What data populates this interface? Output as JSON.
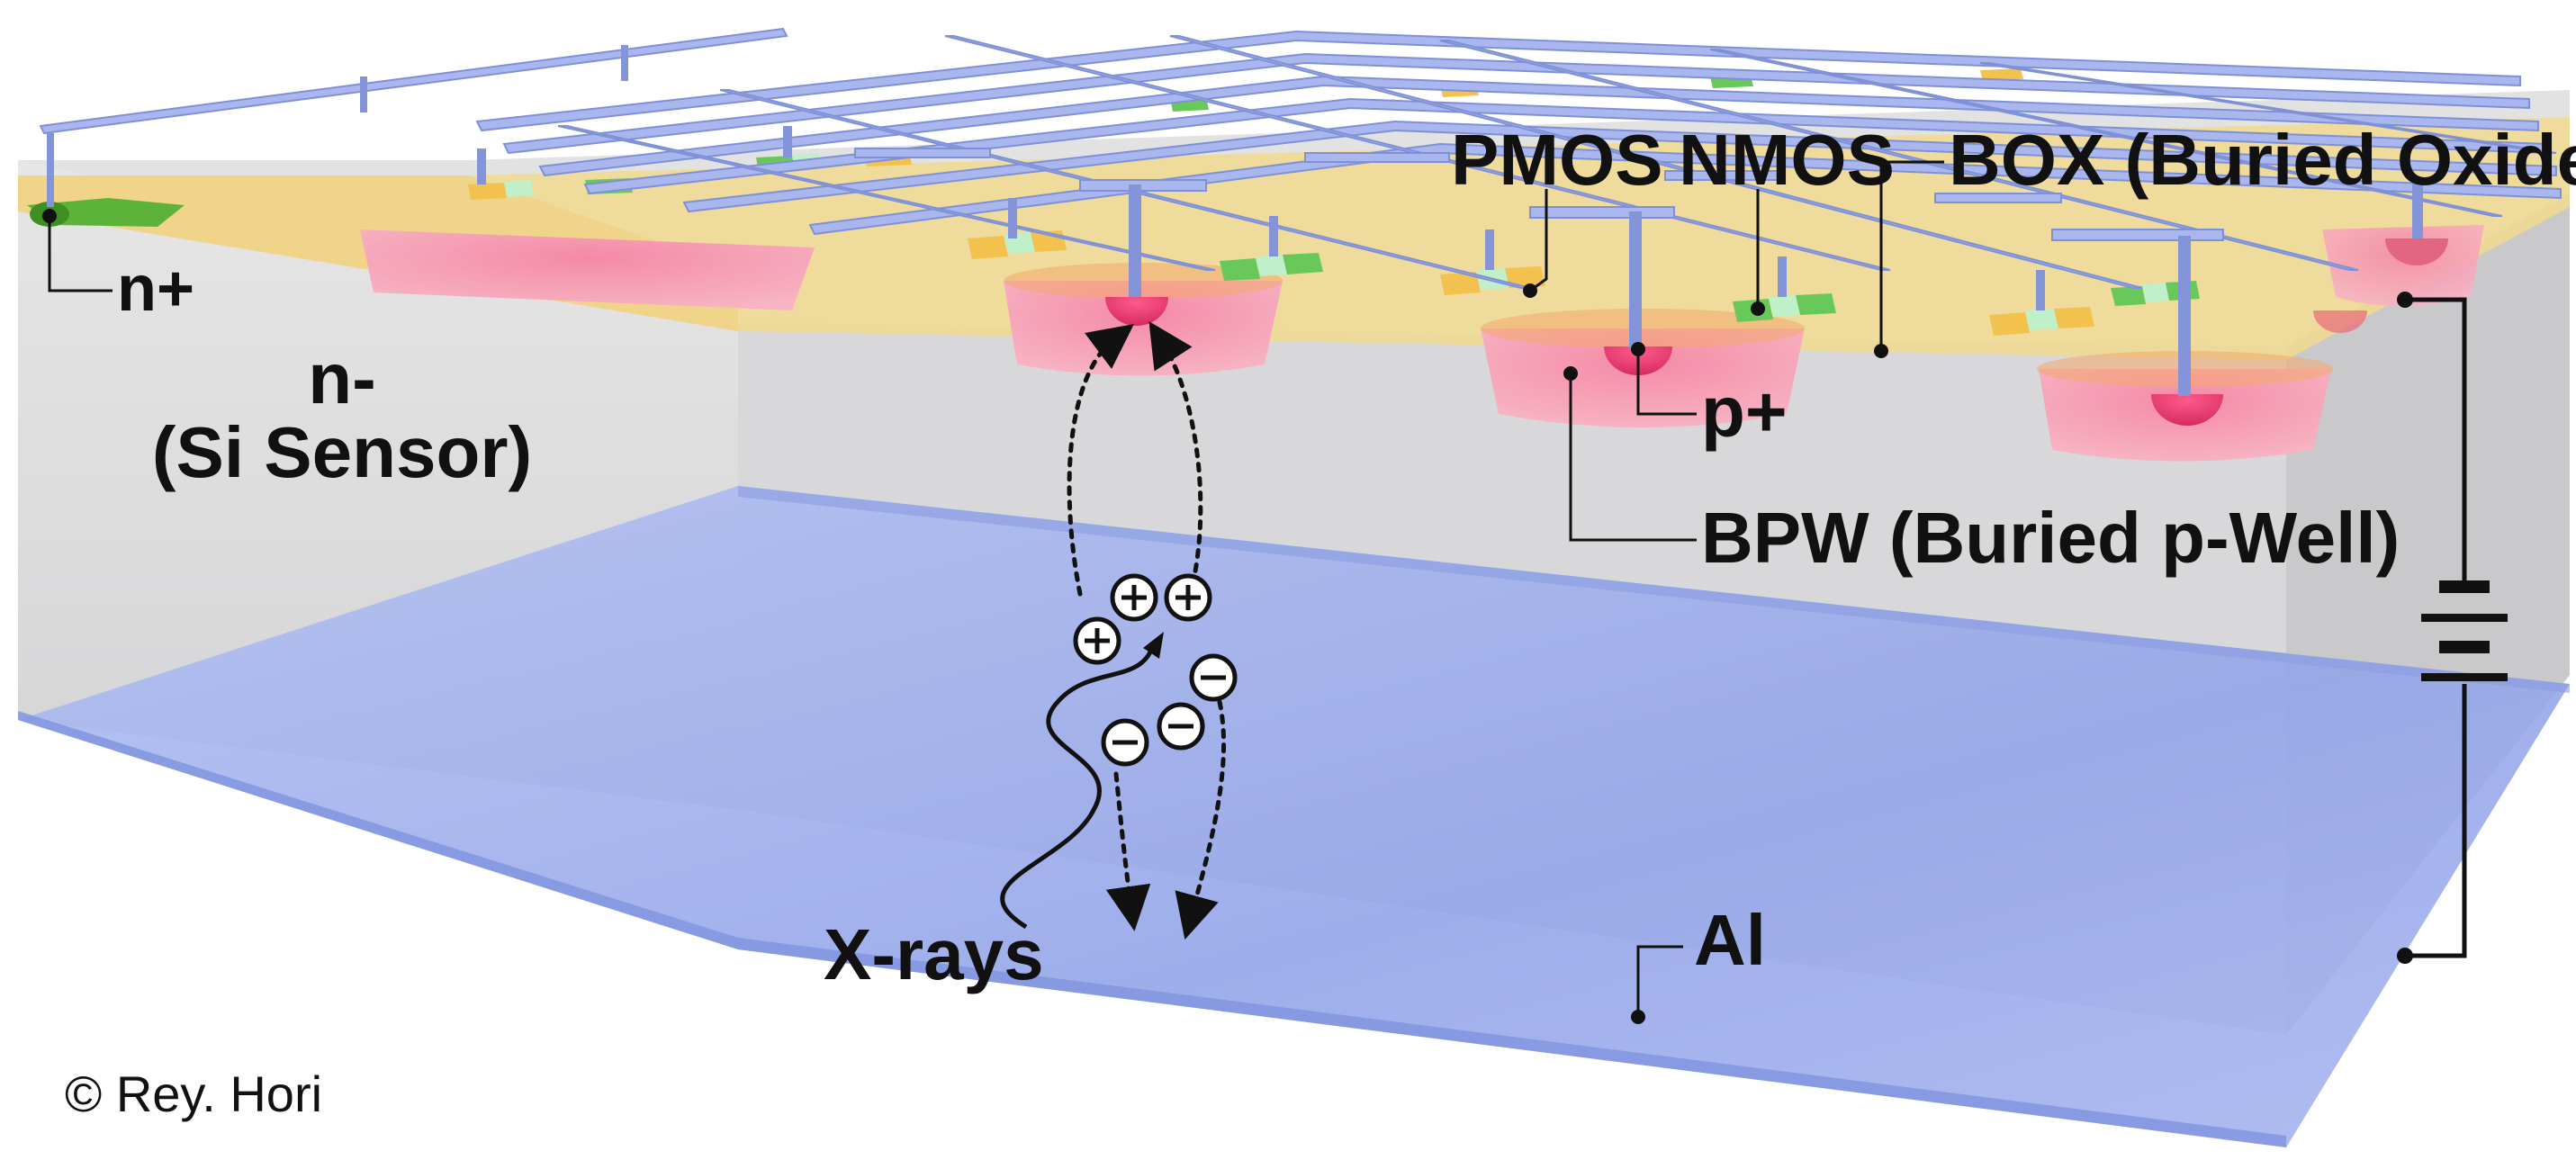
{
  "labels": {
    "n_plus": "n+",
    "n_minus": "n-",
    "si_sensor": "(Si Sensor)",
    "pmos": "PMOS",
    "nmos": "NMOS",
    "box": "BOX (Buried Oxide)",
    "p_plus": "p+",
    "bpw": "BPW (Buried p-Well)",
    "xrays": "X-rays",
    "al": "Al"
  },
  "credit": "© Rey. Hori",
  "charges": {
    "holes": [
      "+",
      "+",
      "+"
    ],
    "electrons": [
      "−",
      "−",
      "−"
    ]
  },
  "colors": {
    "sensor_body": "#dedede",
    "al_layer": "#9fb0ee",
    "box_layer": "#f1d98e",
    "buried_p_well": "#f7a0b5",
    "p_plus": "#e4336d",
    "n_plus": "#5db33a",
    "metal_wiring": "#a9b7ee"
  }
}
